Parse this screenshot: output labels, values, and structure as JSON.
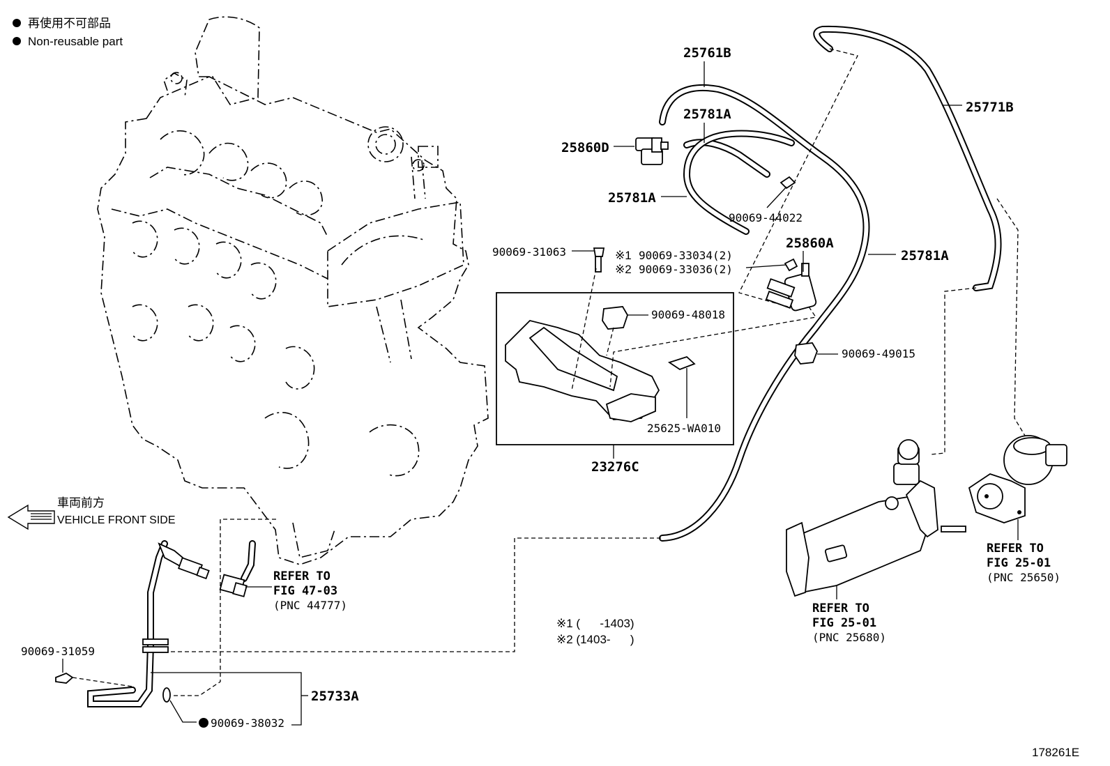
{
  "legend": {
    "jp_line": "再使用不可部品",
    "en_line": "Non-reusable part"
  },
  "direction": {
    "jp": "車両前方",
    "en": "VEHICLE FRONT SIDE"
  },
  "parts": {
    "p25761B": "25761B",
    "p25771B": "25771B",
    "p25781A_top": "25781A",
    "p25860D": "25860D",
    "p25781A_left": "25781A",
    "p90069_44022": "90069-44022",
    "p25860A": "25860A",
    "p25781A_right": "25781A",
    "p90069_31063": "90069-31063",
    "p90069_33034": "90069-33034(2)",
    "p90069_33036": "90069-33036(2)",
    "mark1": "※1",
    "mark2": "※2",
    "p90069_48018": "90069-48018",
    "p90069_49015": "90069-49015",
    "p25625_WA010": "25625-WA010",
    "p23276C": "23276C",
    "p90069_31059": "90069-31059",
    "p25733A": "25733A",
    "p90069_38032": "90069-38032"
  },
  "refs": {
    "r1": {
      "line1": "REFER TO",
      "line2": "FIG 47-03",
      "line3": "(PNC 44777)"
    },
    "r2": {
      "line1": "REFER TO",
      "line2": "FIG 25-01",
      "line3": "(PNC 25680)"
    },
    "r3": {
      "line1": "REFER TO",
      "line2": "FIG 25-01",
      "line3": "(PNC 25650)"
    }
  },
  "footnotes": {
    "f1": "※1 (      -1403)",
    "f2": "※2 (1403-      )"
  },
  "figure_id": "178261E"
}
